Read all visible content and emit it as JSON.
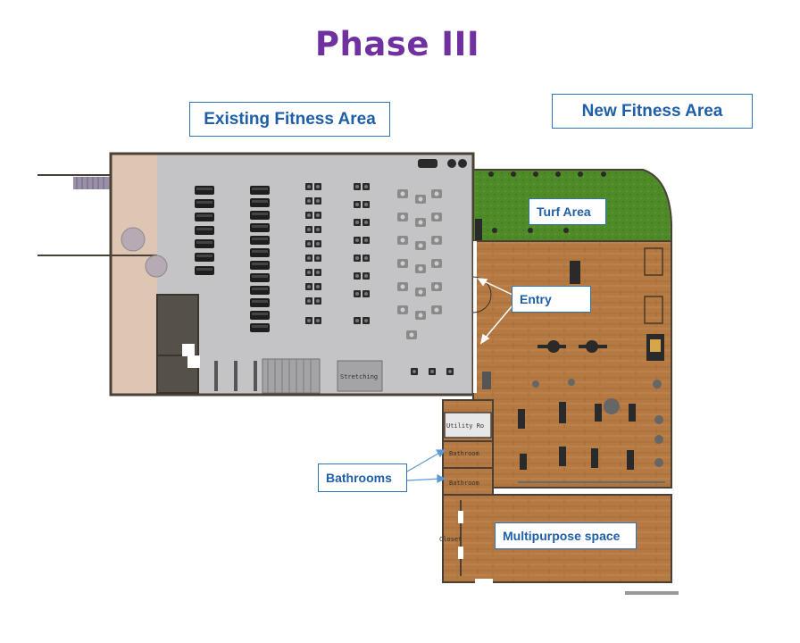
{
  "title": "Phase III",
  "labels": {
    "existing": "Existing Fitness Area",
    "new": "New Fitness Area",
    "turf": "Turf Area",
    "entry": "Entry",
    "bathrooms": "Bathrooms",
    "multipurpose": "Multipurpose space"
  },
  "rooms": {
    "stretching": "Stretching",
    "utility": "Utility Ro",
    "bathroom_1": "Bathroom",
    "bathroom_2": "Bathroom",
    "closet": "Closet"
  },
  "colors": {
    "title": "#7030a0",
    "label_text": "#1f5fa8",
    "label_border": "#2e75b6",
    "existing_floor": "#c4c4c6",
    "wood_floor": "#b57a43",
    "turf": "#4e8a27",
    "wall": "#4a4036"
  }
}
